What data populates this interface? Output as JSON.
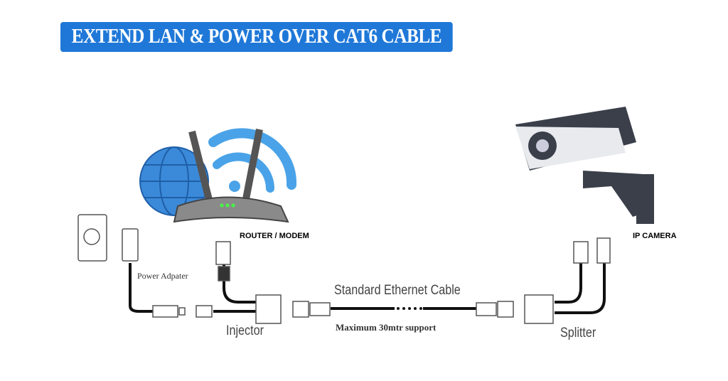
{
  "title": "EXTEND LAN & POWER OVER CAT6 CABLE",
  "labels": {
    "router": "ROUTER / MODEM",
    "camera": "IP CAMERA",
    "power_adapter": "Power Adpater",
    "injector": "Injector",
    "splitter": "Splitter",
    "cable": "Standard Ethernet Cable",
    "max": "Maximum 30mtr support"
  },
  "colors": {
    "title_bg": "#1f78d8",
    "globe": "#3b8ad9",
    "wifi": "#4aa3e8",
    "camera": "#3a3f4a"
  }
}
